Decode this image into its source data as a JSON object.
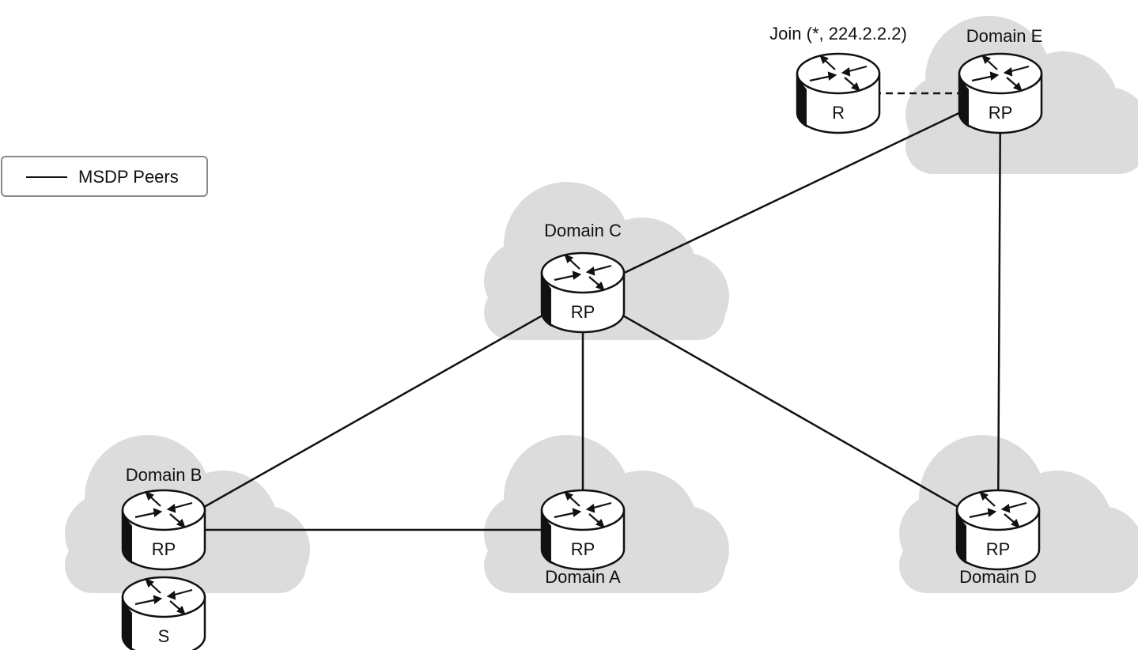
{
  "legend": {
    "label": "MSDP Peers"
  },
  "domains": [
    {
      "id": "A",
      "label": "Domain A"
    },
    {
      "id": "B",
      "label": "Domain B"
    },
    {
      "id": "C",
      "label": "Domain C"
    },
    {
      "id": "D",
      "label": "Domain D"
    },
    {
      "id": "E",
      "label": "Domain E"
    }
  ],
  "routers": [
    {
      "id": "A",
      "label": "RP"
    },
    {
      "id": "B",
      "label": "RP"
    },
    {
      "id": "C",
      "label": "RP"
    },
    {
      "id": "D",
      "label": "RP"
    },
    {
      "id": "E",
      "label": "RP"
    },
    {
      "id": "R",
      "label": "R"
    },
    {
      "id": "S",
      "label": "S"
    }
  ],
  "annotations": {
    "join": "Join (*, 224.2.2.2)"
  },
  "links": [
    {
      "from": "B",
      "to": "A",
      "style": "solid"
    },
    {
      "from": "B",
      "to": "C",
      "style": "solid"
    },
    {
      "from": "C",
      "to": "A",
      "style": "solid"
    },
    {
      "from": "C",
      "to": "D",
      "style": "solid"
    },
    {
      "from": "C",
      "to": "E",
      "style": "solid"
    },
    {
      "from": "E",
      "to": "D",
      "style": "solid"
    },
    {
      "from": "R",
      "to": "E",
      "style": "dashed"
    }
  ],
  "colors": {
    "cloud": "#dcdcdc",
    "line": "#111111",
    "legend_border": "#8a8a8a"
  }
}
